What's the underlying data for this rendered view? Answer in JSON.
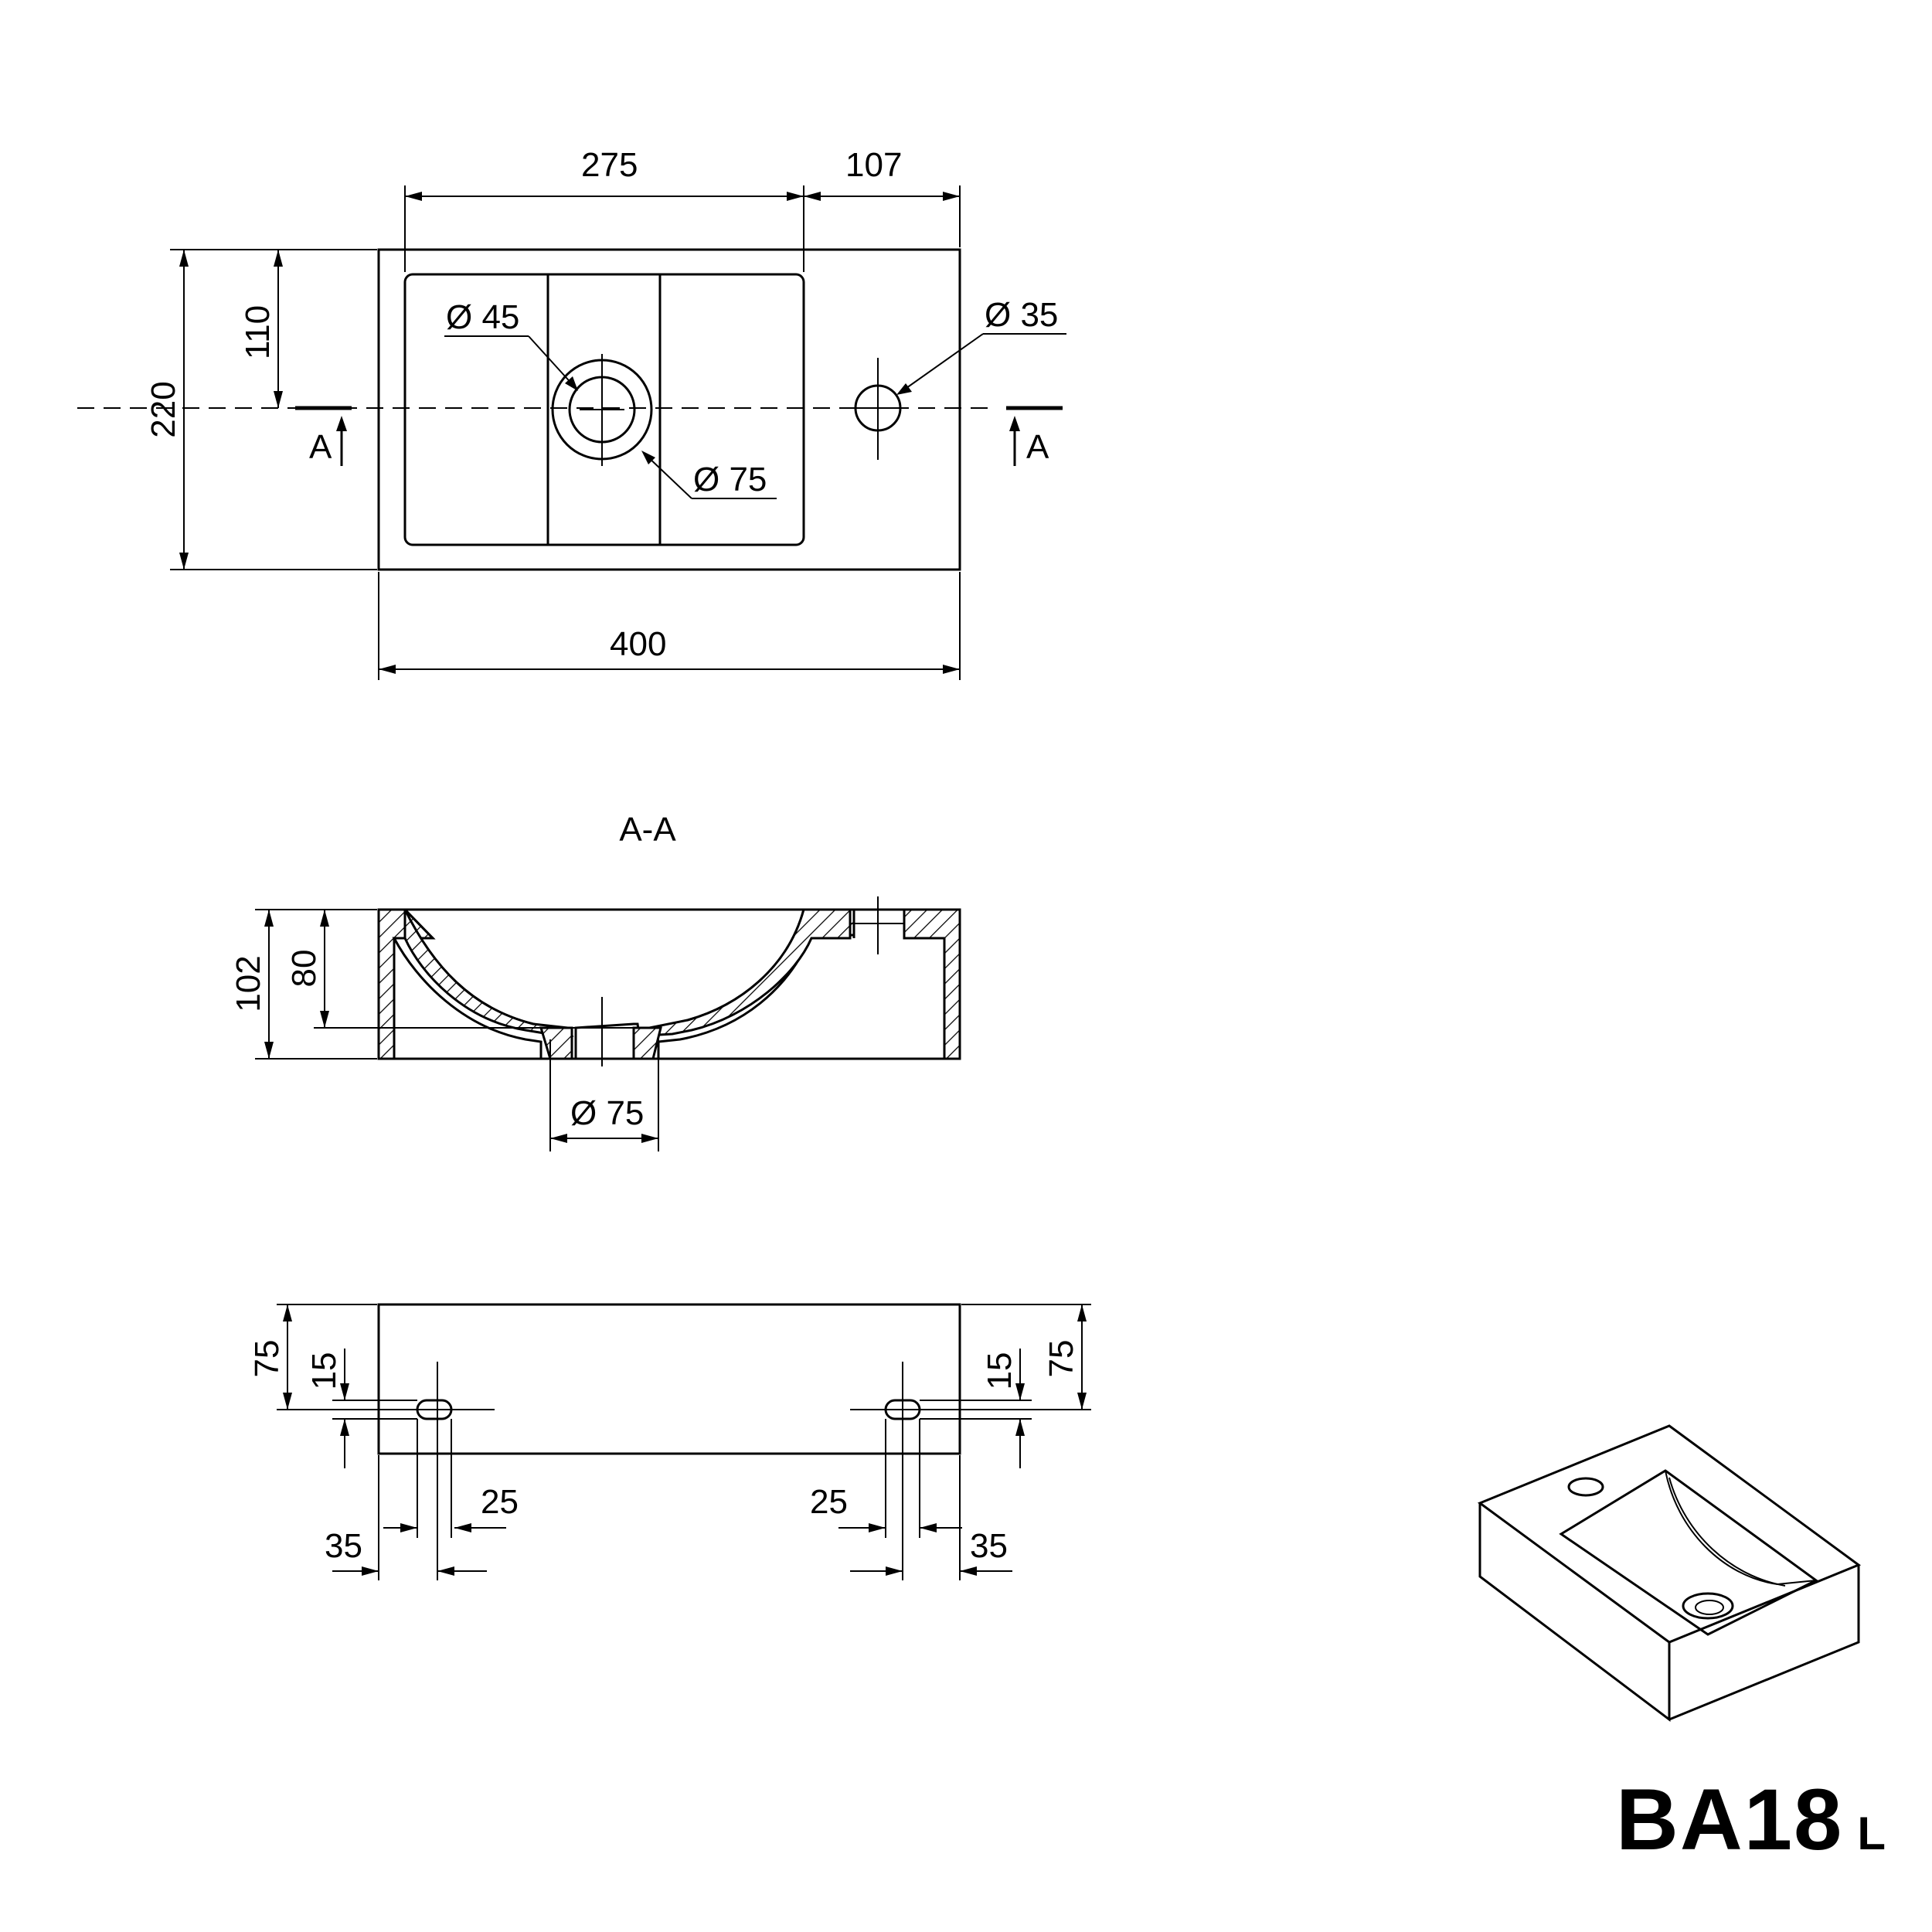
{
  "title": {
    "model": "BA18",
    "variant": "L"
  },
  "top_view": {
    "dims": {
      "width_total": "400",
      "basin_width": "275",
      "tap_offset": "107",
      "depth_total": "220",
      "center_offset": "110"
    },
    "diameters": {
      "drain_outer": "Ø 75",
      "drain_inner": "Ø 45",
      "tap_hole": "Ø 35"
    },
    "section_marks": {
      "left": "A",
      "right": "A"
    }
  },
  "section_view": {
    "label": "A-A",
    "dims": {
      "height_total": "102",
      "basin_depth": "80",
      "drain_dia": "Ø 75"
    }
  },
  "back_view": {
    "dims": {
      "left_height": "75",
      "left_slot": "15",
      "left_slot_width": "25",
      "left_offset": "35",
      "right_height": "75",
      "right_slot": "15",
      "right_slot_width": "25",
      "right_offset": "35"
    }
  }
}
